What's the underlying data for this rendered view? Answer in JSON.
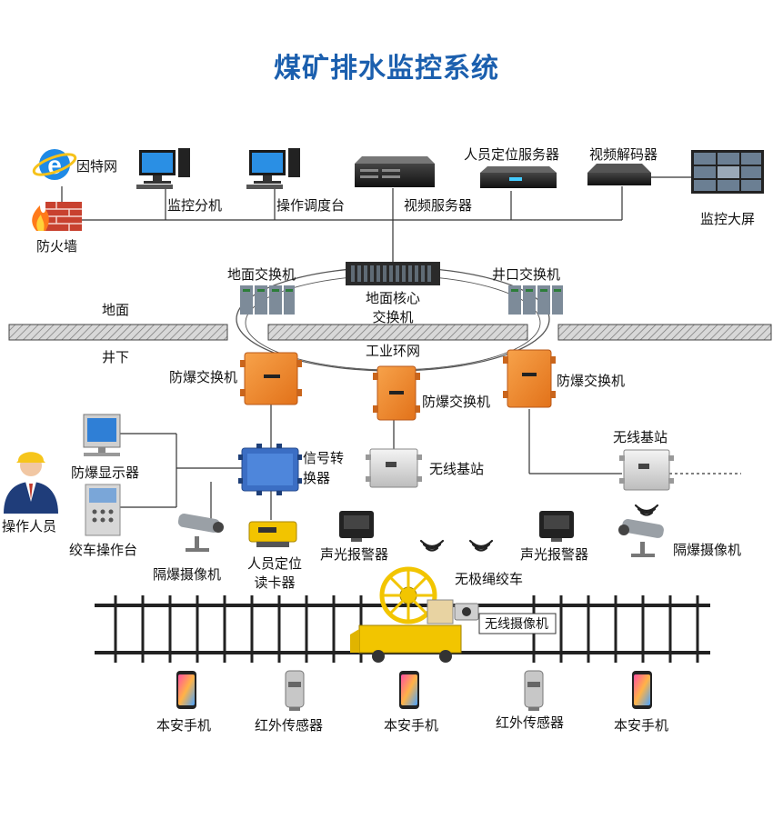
{
  "title": "煤矿排水监控系统",
  "labels": {
    "internet": "因特网",
    "firewall": "防火墙",
    "monitor_pc": "监控分机",
    "dispatch_console": "操作调度台",
    "video_server": "视频服务器",
    "positioning_server": "人员定位服务器",
    "video_decoder": "视频解码器",
    "big_screen": "监控大屏",
    "ground_switch": "地面交换机",
    "core_switch": "地面核心\n交换机",
    "well_switch": "井口交换机",
    "ground": "地面",
    "underground": "井下",
    "industrial_ring": "工业环网",
    "ex_switch_left": "防爆交换机",
    "ex_switch_mid": "防爆交换机",
    "ex_switch_right": "防爆交换机",
    "wireless_base_right": "无线基站",
    "wireless_base_mid": "无线基站",
    "ex_display": "防爆显示器",
    "signal_converter": "信号转\n换器",
    "operator": "操作人员",
    "winch_console": "绞车操作台",
    "ex_camera_left": "隔爆摄像机",
    "card_reader": "人员定位\n读卡器",
    "sound_light_left": "声光报警器",
    "sound_light_right": "声光报警器",
    "ex_camera_right": "隔爆摄像机",
    "endless_winch": "无极绳绞车",
    "wireless_camera": "无线摄像机",
    "phone_1": "本安手机",
    "ir_sensor_1": "红外传感器",
    "phone_2": "本安手机",
    "ir_sensor_2": "红外传感器",
    "phone_3": "本安手机"
  },
  "colors": {
    "title": "#1b5fae",
    "explosion_proof": "#f08a2c",
    "line": "#333333",
    "hatch": "#9a9a9a",
    "winch": "#f2c500"
  }
}
